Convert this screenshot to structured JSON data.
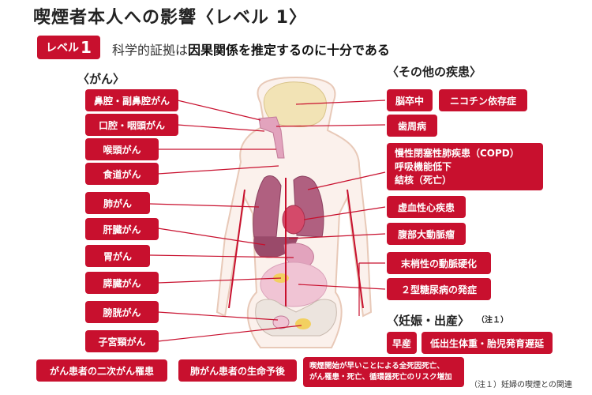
{
  "title": "喫煙者本人への影響〈レベル 1〉",
  "level": {
    "badge_text": "レベル",
    "badge_num": "1",
    "desc_pre": "科学的証拠は",
    "desc_bold": "因果関係を推定するのに十分である"
  },
  "cancer": {
    "heading": "〈がん〉",
    "items": [
      "鼻腔・副鼻腔がん",
      "口腔・咽頭がん",
      "喉頭がん",
      "食道がん",
      "肺がん",
      "肝臓がん",
      "胃がん",
      "膵臓がん",
      "膀胱がん",
      "子宮頸がん"
    ]
  },
  "other": {
    "heading": "〈その他の疾患〉",
    "stroke": "脳卒中",
    "nicotine": "ニコチン依存症",
    "periodontal": "歯周病",
    "copd_lines": [
      "慢性閉塞性肺疾患（COPD）",
      "呼吸機能低下",
      "結核（死亡）"
    ],
    "ischemic": "虚血性心疾患",
    "aortic": "腹部大動脈瘤",
    "peripheral": "末梢性の動脈硬化",
    "diabetes": "２型糖尿病の発症"
  },
  "pregnancy": {
    "heading": "〈妊娠・出産〉",
    "note_mark": "（注１）",
    "preterm": "早産",
    "lowweight": "低出生体重・胎児発育遅延"
  },
  "bottom": {
    "secondary": "がん患者の二次がん罹患",
    "prognosis": "肺がん患者の生命予後",
    "early_line1": "喫煙開始が早いことによる全死因死亡、",
    "early_line2": "がん罹患・死亡、循環器死亡のリスク増加"
  },
  "footnote": "（注１）妊婦の喫煙との関連",
  "colors": {
    "accent": "#c8102e",
    "body_outline": "#e8c9b8",
    "brain": "#f2e3b5",
    "lung": "#b06080",
    "organ": "#e2a3bd"
  }
}
